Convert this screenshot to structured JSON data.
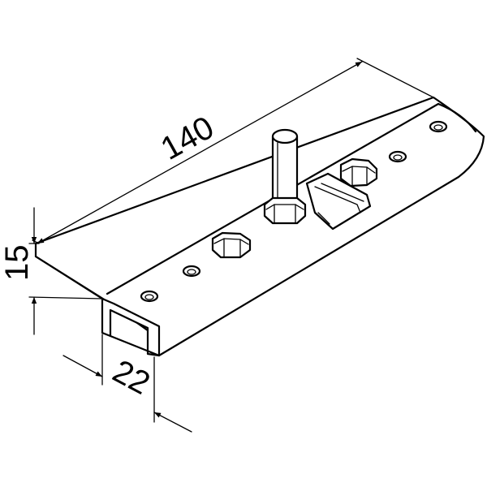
{
  "dimensions": {
    "length": "140",
    "height": "15",
    "width": "22"
  },
  "colors": {
    "line": "#000000",
    "background": "#ffffff"
  }
}
